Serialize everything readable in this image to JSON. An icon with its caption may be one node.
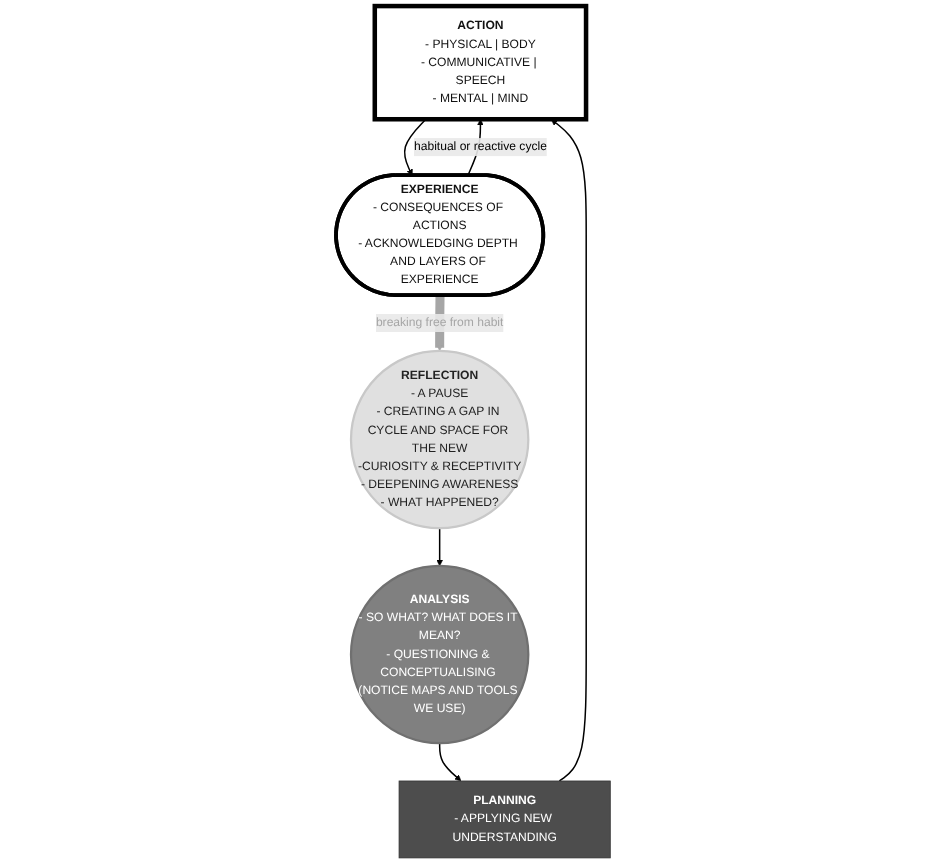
{
  "diagram": {
    "nodes": [
      {
        "text": [
          "ACTION",
          "- PHYSICAL | BODY",
          "- COMMUNICATIVE | SPEECH",
          "- MENTAL | MIND"
        ]
      },
      {
        "text": [
          "EXPERIENCE",
          "- CONSEQUENCES OF ACTIONS",
          "- ACKNOWLEDGING DEPTH AND LAYERS OF EXPERIENCE"
        ]
      },
      {
        "text": [
          "REFLECTION",
          "- A PAUSE",
          "- CREATING A GAP IN CYCLE AND SPACE FOR THE NEW",
          "-CURIOSITY & RECEPTIVITY",
          "- DEEPENING AWARENESS",
          "- WHAT HAPPENED?"
        ]
      },
      {
        "text": [
          "ANALYSIS",
          "- SO WHAT? WHAT DOES IT MEAN?",
          "- QUESTIONING & CONCEPTUALISING (NOTICE MAPS AND TOOLS WE USE)"
        ]
      },
      {
        "text": [
          "PLANNING",
          "- APPLYING NEW UNDERSTANDING"
        ]
      }
    ],
    "edges": [
      {
        "from": 0,
        "to": 1,
        "arrow": "to"
      },
      {
        "from": 1,
        "to": 0,
        "arrow": "to",
        "label": "habitual or reactive cycle"
      },
      {
        "from": 1,
        "to": 2,
        "arrow": "to",
        "label": "breaking free from habit",
        "style": "thick",
        "color": "#a6a6a6"
      },
      {
        "from": 2,
        "to": 3,
        "arrow": "to"
      },
      {
        "from": 3,
        "to": 4,
        "arrow": "to"
      },
      {
        "from": 4,
        "to": 0,
        "arrow": "to"
      }
    ]
  }
}
